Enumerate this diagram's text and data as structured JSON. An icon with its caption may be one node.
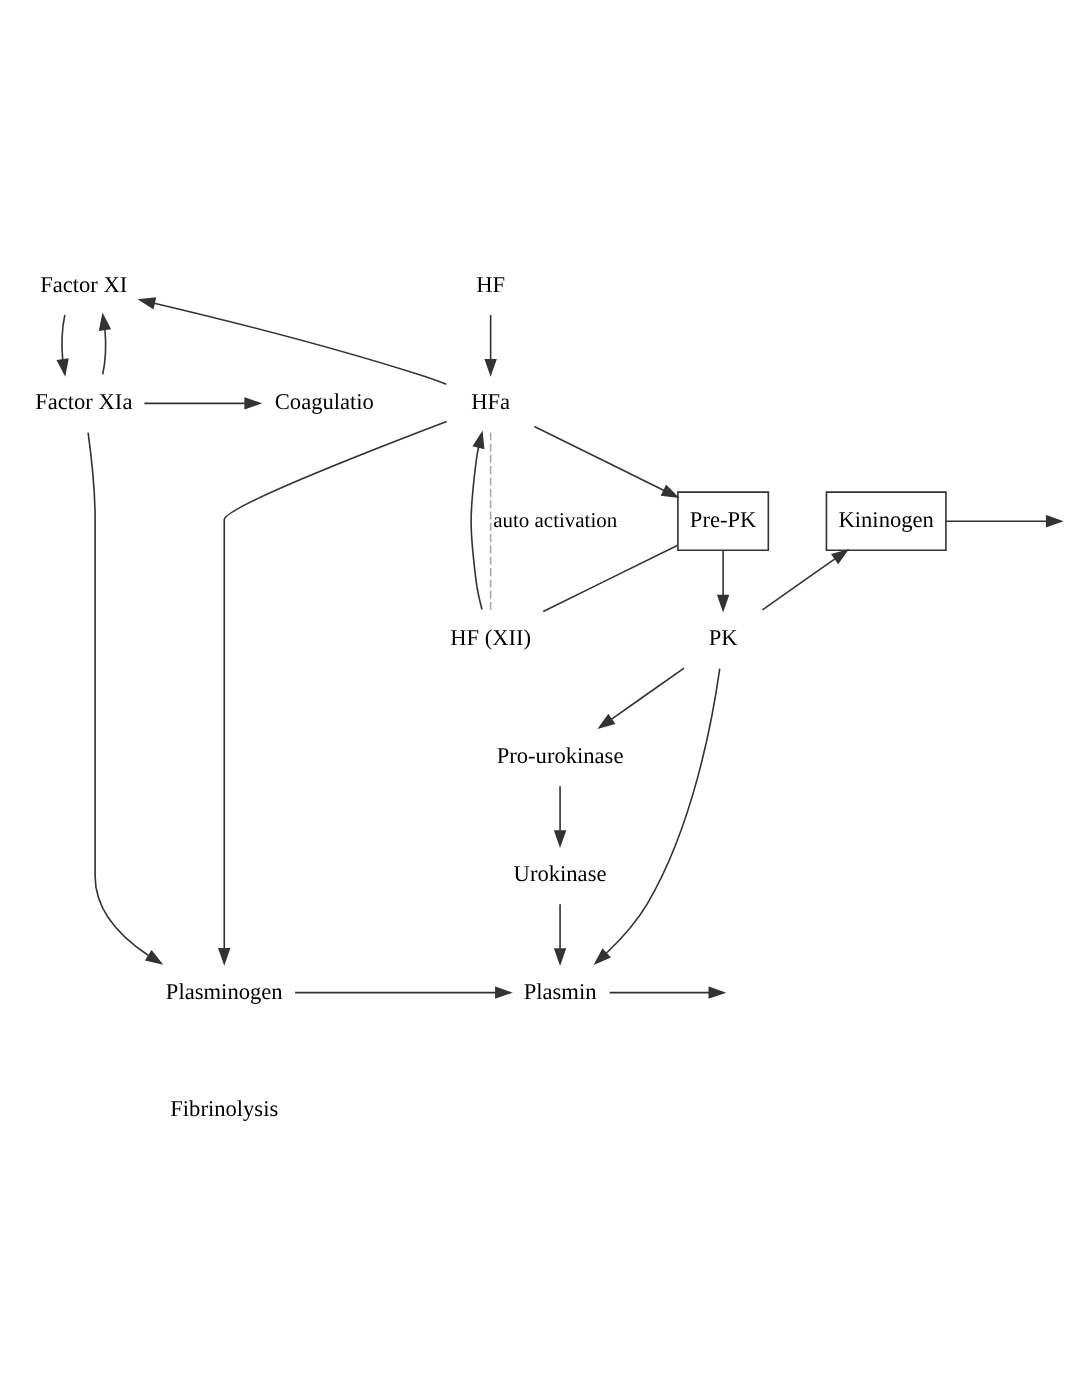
{
  "diagram": {
    "nodes": [
      {
        "text": [
          "HF"
        ]
      },
      {
        "text": [
          "Factor XI"
        ]
      },
      {
        "text": [
          "HFa"
        ]
      },
      {
        "text": [
          "Factor XIa"
        ]
      },
      {
        "text": [
          "Coagulatio"
        ]
      },
      {
        "text": [
          "HF (XII)"
        ]
      },
      {
        "text": [
          "Pre-PK"
        ]
      },
      {
        "text": [
          "Kininogen"
        ]
      },
      {
        "text": [
          "PK"
        ]
      },
      {
        "text": [
          "Pro-urokinase"
        ]
      },
      {
        "text": [
          "Urokinase"
        ]
      },
      {
        "text": [
          "Plasminogen"
        ]
      },
      {
        "text": [
          "Plasmin"
        ]
      }
    ],
    "edges": [
      {
        "from": 0,
        "to": 2,
        "arrow": "to"
      },
      {
        "from": 2,
        "to": 1,
        "arrow": "to"
      },
      {
        "from": 1,
        "to": 3,
        "arrow": "to"
      },
      {
        "from": 3,
        "to": 1,
        "arrow": "to"
      },
      {
        "from": 3,
        "to": 4,
        "arrow": "to"
      },
      {
        "from": 5,
        "to": 2,
        "label": "auto activation",
        "arrow": "none",
        "style": "dashed",
        "color": "#aaaaaa"
      },
      {
        "from": 5,
        "to": 2,
        "arrow": "to"
      },
      {
        "from": 2,
        "to": 6,
        "arrow": "to"
      },
      {
        "from": 6,
        "to": 5,
        "arrow": "none"
      },
      {
        "from": 7,
        "to": null,
        "arrow": "to"
      },
      {
        "from": 6,
        "to": 8,
        "arrow": "to"
      },
      {
        "from": 8,
        "to": 7,
        "arrow": "to"
      },
      {
        "from": 8,
        "to": 9,
        "arrow": "to"
      },
      {
        "from": 9,
        "to": 10,
        "arrow": "to"
      },
      {
        "from": 2,
        "to": 11,
        "arrow": "to"
      },
      {
        "from": 3,
        "to": 11,
        "arrow": "to"
      },
      {
        "from": 8,
        "to": 12,
        "arrow": "to"
      },
      {
        "from": 10,
        "to": 12,
        "arrow": "to"
      },
      {
        "from": 11,
        "to": 12,
        "arrow": "to"
      },
      {
        "from": 12,
        "to": null,
        "arrow": "to"
      }
    ],
    "labels": [
      "Fibrinolysis"
    ]
  }
}
